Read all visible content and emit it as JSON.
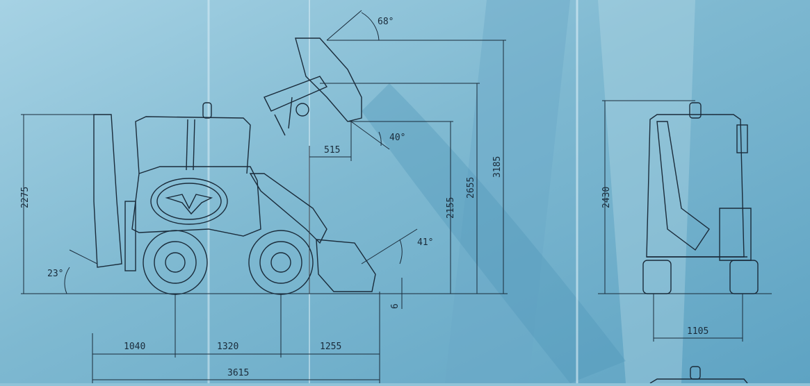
{
  "side_view": {
    "dimensions": {
      "overall_height": "2275",
      "wheelbase_front_overhang": "1040",
      "wheelbase": "1320",
      "rear_overhang": "1255",
      "overall_length": "3615",
      "dig_depth": "6",
      "reach_515": "515",
      "dump_height": "2155",
      "hinge_height": "2655",
      "max_height": "3185"
    },
    "angles": {
      "backhoe_angle": "23°",
      "bucket_rollback": "41°",
      "dump_angle": "40°",
      "max_dump_angle": "68°"
    }
  },
  "front_view": {
    "dimensions": {
      "height": "2430",
      "track_width": "1105"
    }
  },
  "colors": {
    "background": "#8fc3d8",
    "line": "#1a2b3a"
  }
}
